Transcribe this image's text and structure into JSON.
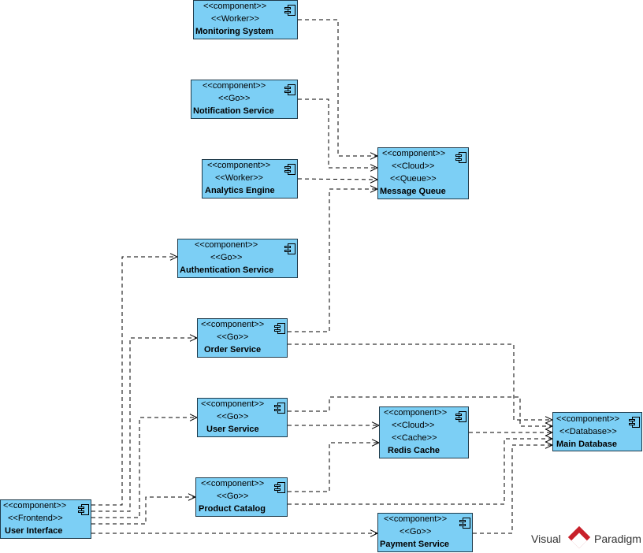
{
  "components": {
    "monitoring": {
      "stereo1": "<<component>>",
      "stereo2": "<<Worker>>",
      "name": "Monitoring System"
    },
    "notification": {
      "stereo1": "<<component>>",
      "stereo2": "<<Go>>",
      "name": "Notification Service"
    },
    "analytics": {
      "stereo1": "<<component>>",
      "stereo2": "<<Worker>>",
      "name": "Analytics Engine"
    },
    "queue": {
      "stereo1": "<<component>>",
      "stereo2": "<<Cloud>>",
      "stereo3": "<<Queue>>",
      "name": "Message Queue"
    },
    "auth": {
      "stereo1": "<<component>>",
      "stereo2": "<<Go>>",
      "name": "Authentication Service"
    },
    "order": {
      "stereo1": "<<component>>",
      "stereo2": "<<Go>>",
      "name": "Order Service"
    },
    "user": {
      "stereo1": "<<component>>",
      "stereo2": "<<Go>>",
      "name": "User Service"
    },
    "redis": {
      "stereo1": "<<component>>",
      "stereo2": "<<Cloud>>",
      "stereo3": "<<Cache>>",
      "name": "Redis Cache"
    },
    "db": {
      "stereo1": "<<component>>",
      "stereo2": "<<Database>>",
      "name": "Main Database"
    },
    "catalog": {
      "stereo1": "<<component>>",
      "stereo2": "<<Go>>",
      "name": "Product Catalog"
    },
    "ui": {
      "stereo1": "<<component>>",
      "stereo2": "<<Frontend>>",
      "name": "User Interface"
    },
    "payment": {
      "stereo1": "<<component>>",
      "stereo2": "<<Go>>",
      "name": "Payment Service"
    }
  },
  "dependencies": [
    {
      "from": "monitoring",
      "to": "queue"
    },
    {
      "from": "notification",
      "to": "queue"
    },
    {
      "from": "analytics",
      "to": "queue"
    },
    {
      "from": "order",
      "to": "queue"
    },
    {
      "from": "ui",
      "to": "auth"
    },
    {
      "from": "ui",
      "to": "order"
    },
    {
      "from": "ui",
      "to": "user"
    },
    {
      "from": "ui",
      "to": "catalog"
    },
    {
      "from": "ui",
      "to": "payment"
    },
    {
      "from": "order",
      "to": "db"
    },
    {
      "from": "user",
      "to": "db"
    },
    {
      "from": "user",
      "to": "redis"
    },
    {
      "from": "catalog",
      "to": "redis"
    },
    {
      "from": "catalog",
      "to": "db"
    },
    {
      "from": "redis",
      "to": "db"
    },
    {
      "from": "payment",
      "to": "db"
    }
  ],
  "colors": {
    "component_fill": "#7ccff5",
    "border": "#1f3a4a",
    "logo_red": "#c8202a"
  },
  "logo": {
    "word1": "Visual",
    "word2": "Paradigm",
    "icon": "visual-paradigm-logo-icon"
  }
}
